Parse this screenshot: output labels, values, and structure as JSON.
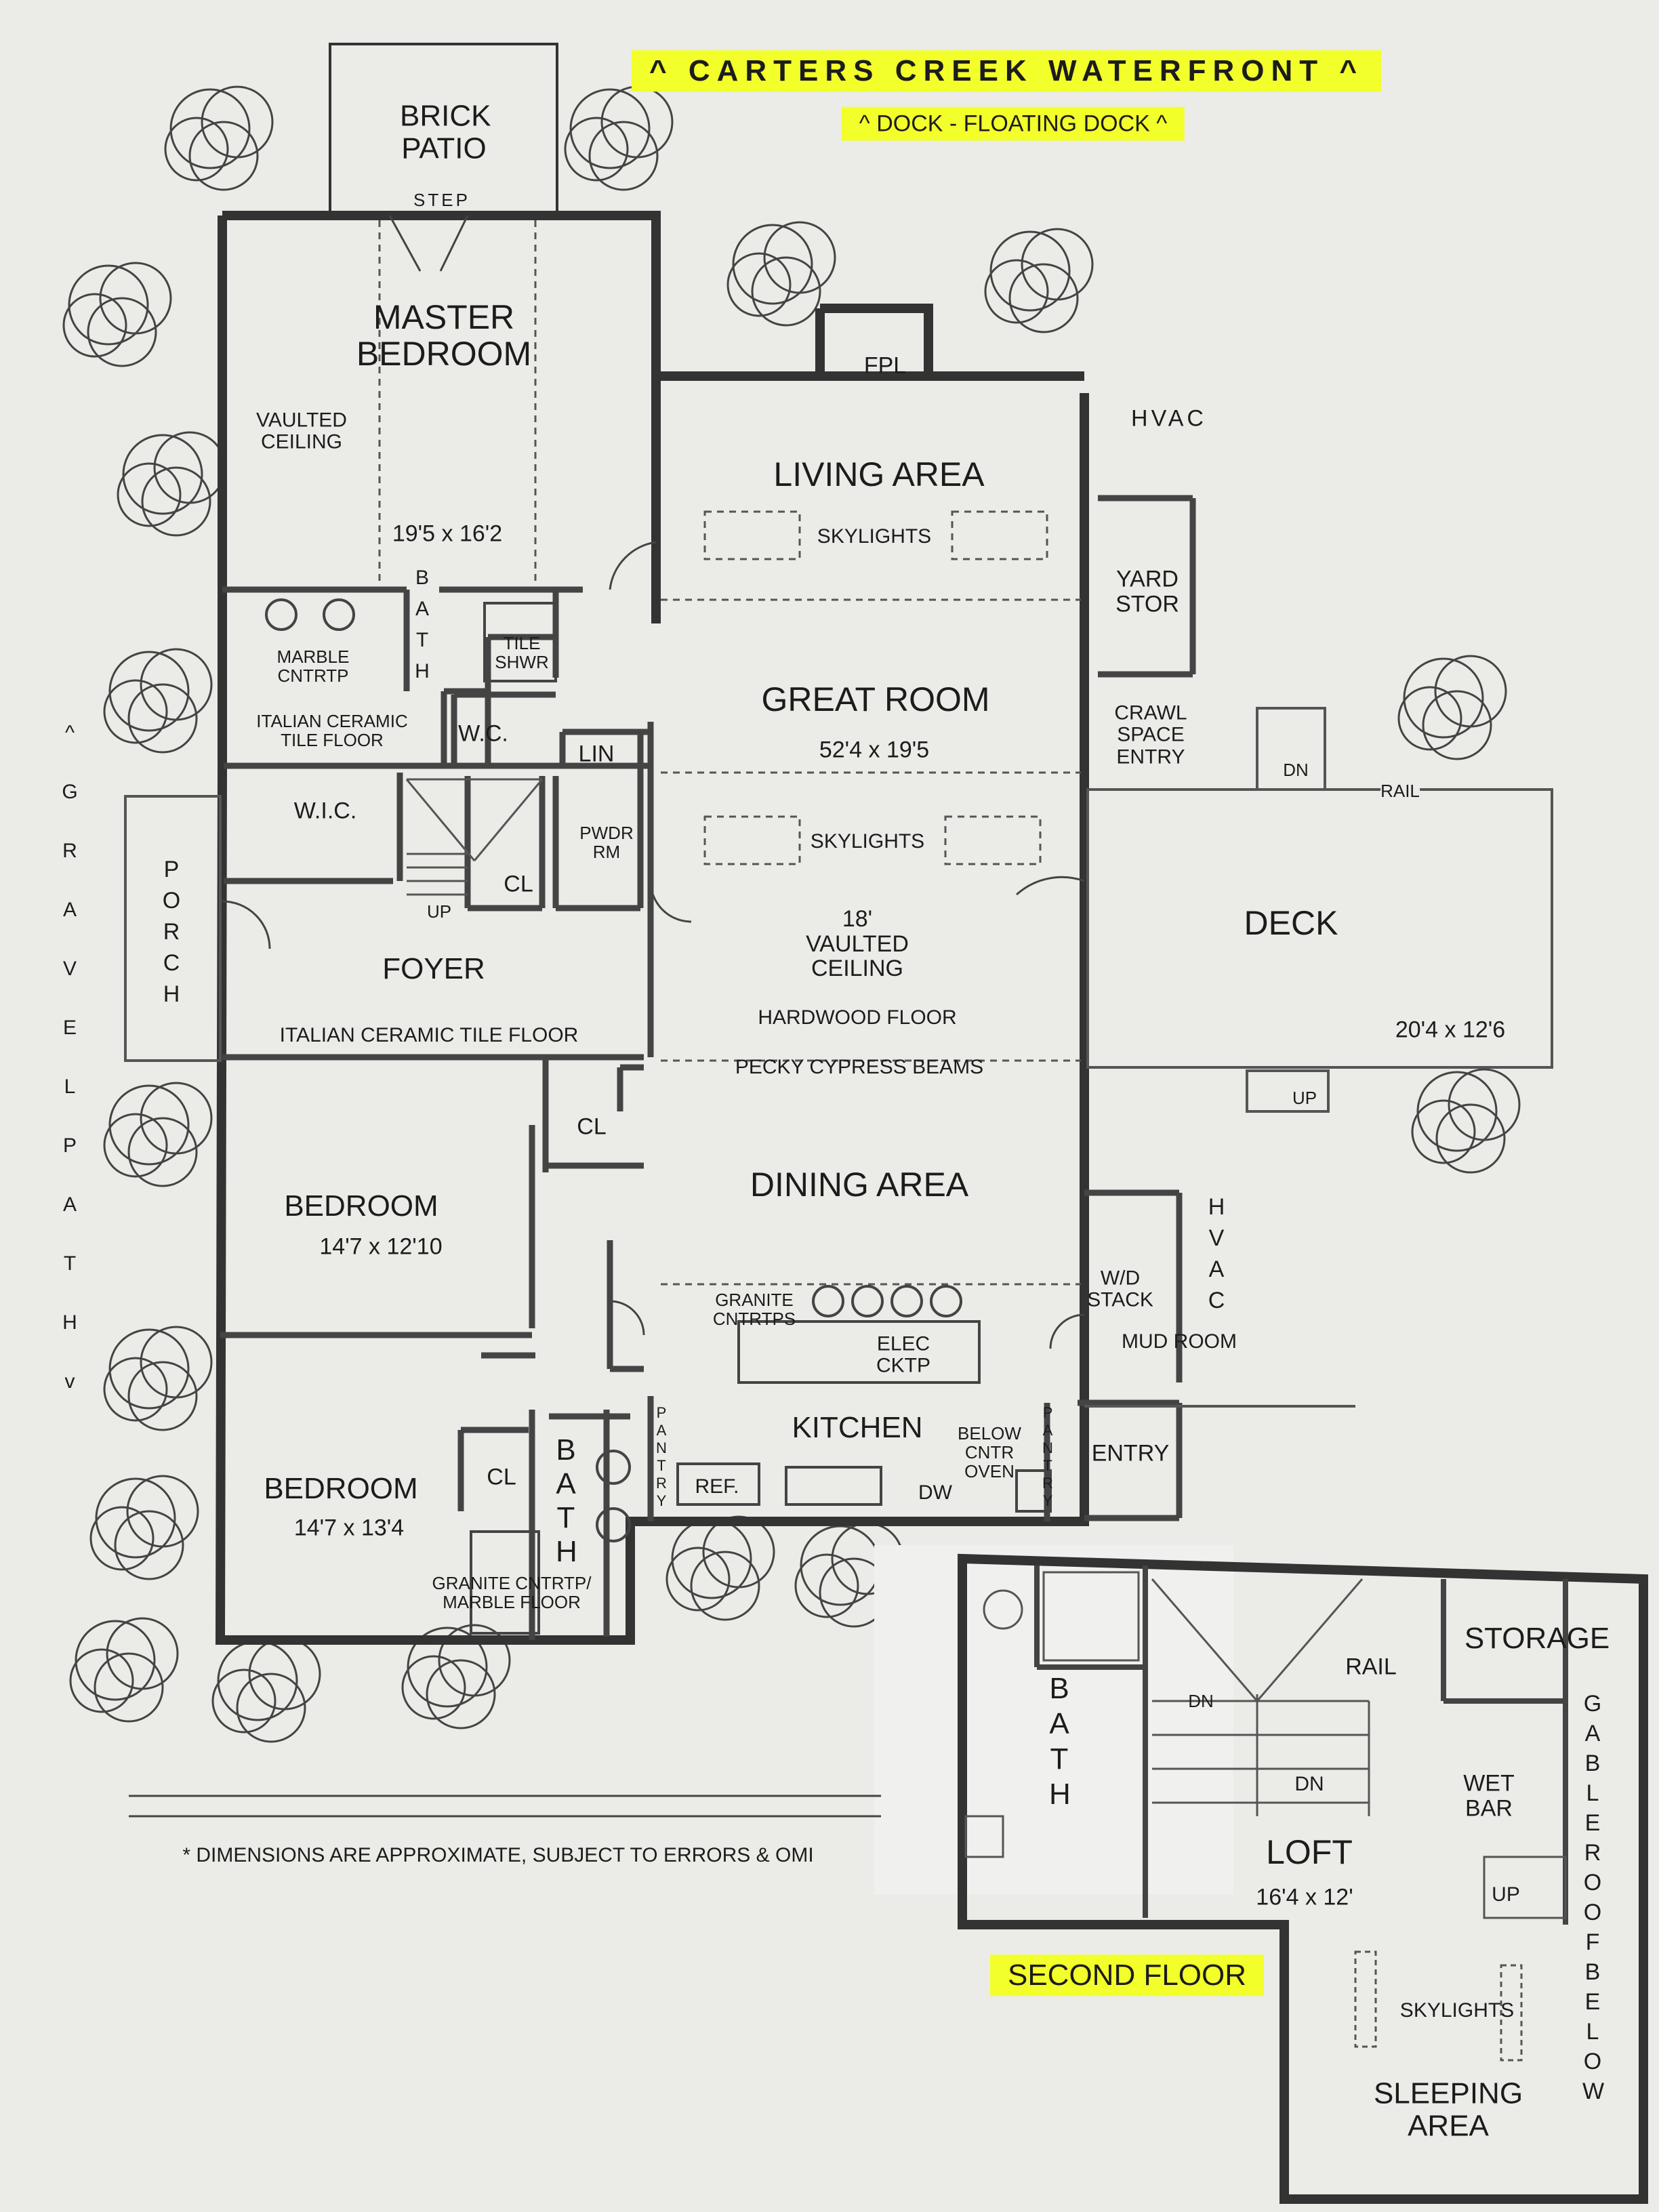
{
  "header": {
    "title": "^ CARTERS CREEK WATERFRONT ^",
    "subtitle": "^ DOCK - FLOATING DOCK ^"
  },
  "side": {
    "gravel_path": "^ GRAVEL PATH v"
  },
  "rooms": {
    "brick_patio": "BRICK PATIO",
    "step": "STEP",
    "master_bedroom": "MASTER BEDROOM",
    "vaulted_ceiling": "VAULTED CEILING",
    "master_dims": "19'5 x 16'2",
    "bath_master": "BATH",
    "tile_shwr": "TILE SHWR",
    "marble_cntrtp": "MARBLE CNTRTP",
    "italian_tile_floor": "ITALIAN CERAMIC TILE FLOOR",
    "wc": "W.C.",
    "lin": "LIN",
    "wic": "W.I.C.",
    "pwdr_rm": "PWDR RM",
    "cl": "CL",
    "up": "UP",
    "porch": "PORCH",
    "foyer": "FOYER",
    "foyer_floor": "ITALIAN CERAMIC TILE FLOOR",
    "fpl": "FPL",
    "hvac": "HVAC",
    "living_area": "LIVING AREA",
    "skylights": "SKYLIGHTS",
    "yard_stor": "YARD STOR",
    "crawl_space": "CRAWL SPACE ENTRY",
    "great_room": "GREAT ROOM",
    "great_room_dims": "52'4 x 19'5",
    "vaulted_18": "18' VAULTED CEILING",
    "hardwood": "HARDWOOD FLOOR",
    "pecky": "PECKY CYPRESS BEAMS",
    "dn": "DN",
    "rail": "RAIL",
    "deck": "DECK",
    "deck_dims": "20'4 x 12'6",
    "dining_area": "DINING AREA",
    "bedroom": "BEDROOM",
    "bedroom1_dims": "14'7 x 12'10",
    "bedroom2_dims": "14'7 x 13'4",
    "granite_cntrtps": "GRANITE CNTRTPS",
    "elec_cktp": "ELEC CKTP",
    "kitchen": "KITCHEN",
    "pantry": "PANTRY",
    "ref": "REF.",
    "dw": "DW",
    "below_oven": "BELOW CNTR OVEN",
    "wd_stack": "W/D STACK",
    "mud_room": "MUD ROOM",
    "entry": "ENTRY",
    "granite_marble": "GRANITE CNTRTP/ MARBLE FLOOR"
  },
  "second_floor": {
    "label": "SECOND FLOOR",
    "bath": "BATH",
    "storage": "STORAGE",
    "rail": "RAIL",
    "dn": "DN",
    "wet_bar": "WET BAR",
    "loft": "LOFT",
    "loft_dims": "16'4 x 12'",
    "up": "UP",
    "gable": "GABLE ROOF BELOW",
    "skylights": "SKYLIGHTS",
    "sleeping_area": "SLEEPING AREA"
  },
  "footnote": "* DIMENSIONS ARE APPROXIMATE, SUBJECT TO ERRORS & OMI",
  "colors": {
    "paper": "#ebebe8",
    "ink": "#333333",
    "highlight": "#f3ff2a"
  }
}
